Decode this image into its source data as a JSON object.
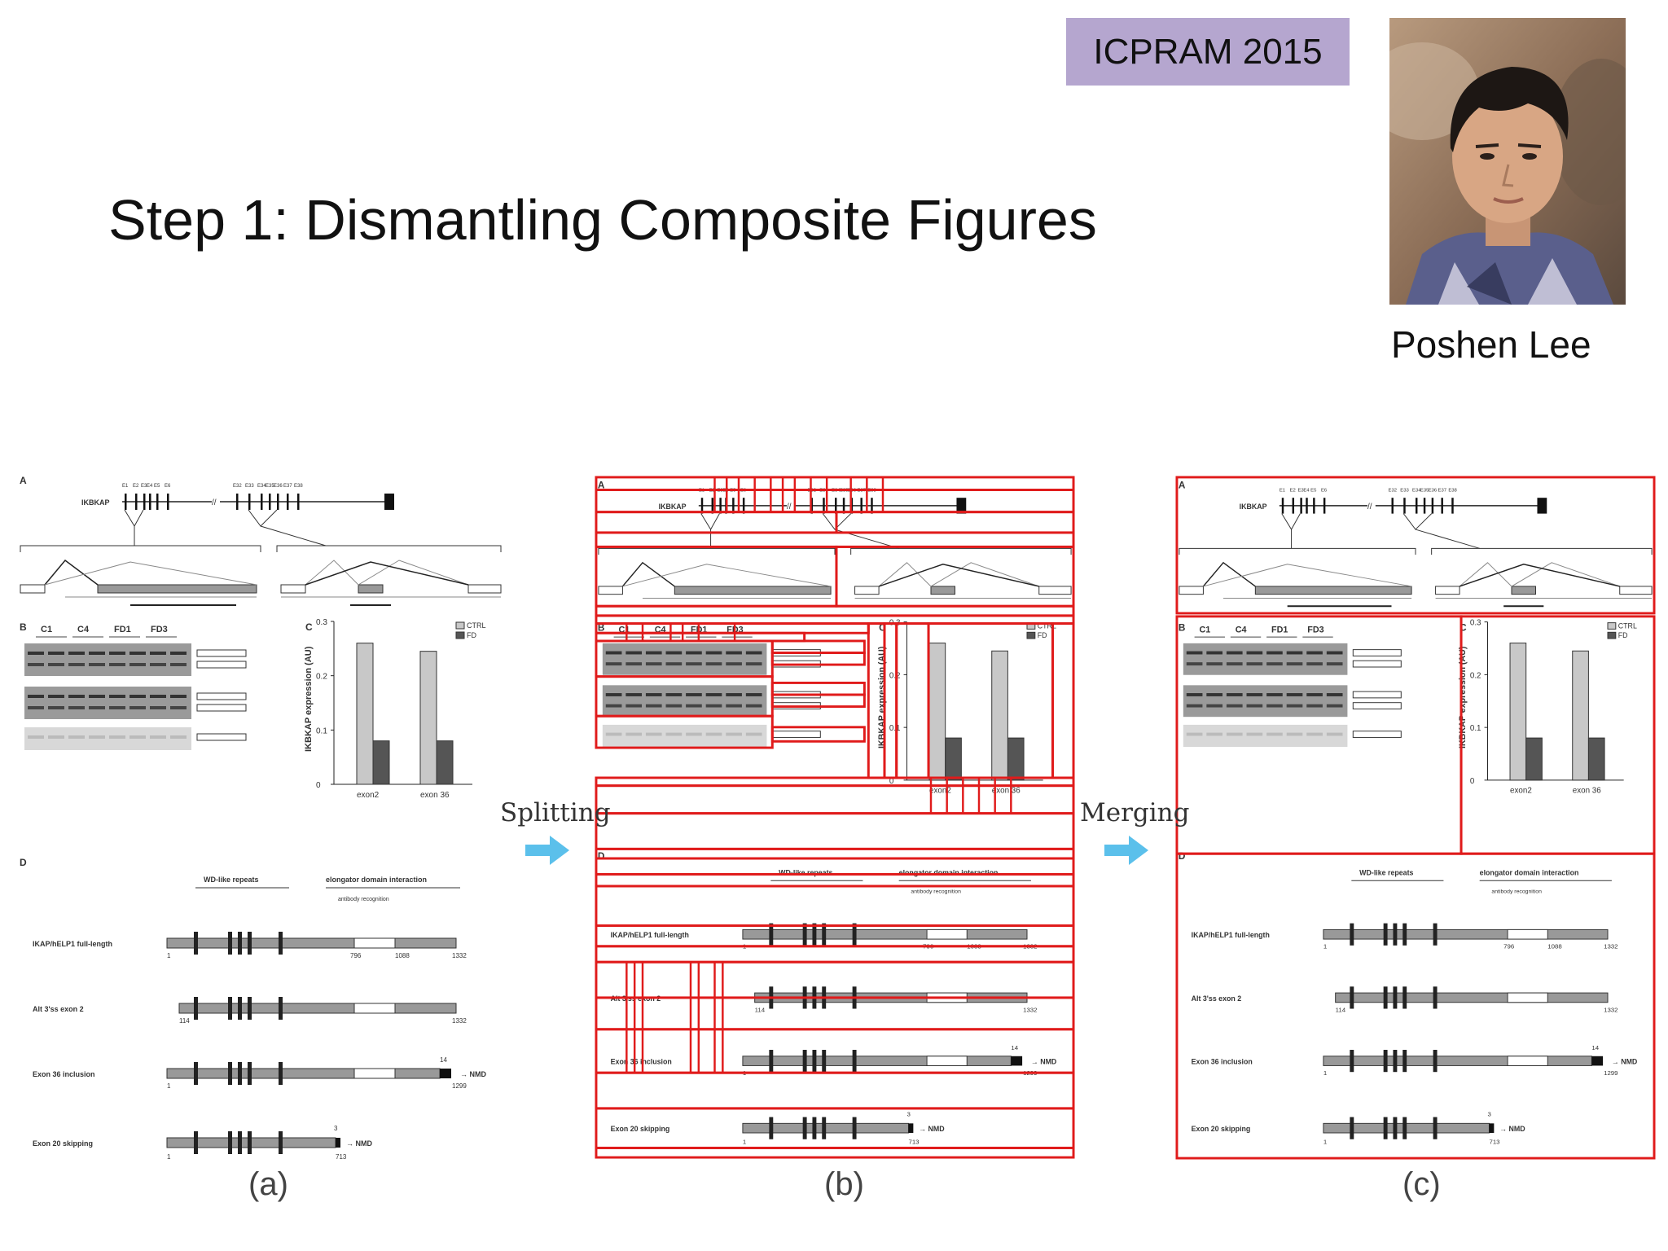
{
  "slide": {
    "badge": "ICPRAM 2015",
    "title": "Step 1: Dismantling Composite Figures",
    "author": "Poshen Lee",
    "photo_icon": "author-photo"
  },
  "flow": {
    "split_label": "Splitting",
    "merge_label": "Merging",
    "arrow_color": "#5bc0eb"
  },
  "panels": [
    {
      "caption": "(a)",
      "style": "original"
    },
    {
      "caption": "(b)",
      "style": "split"
    },
    {
      "caption": "(c)",
      "style": "merged"
    }
  ],
  "figure": {
    "panel_letters": [
      "A",
      "B",
      "C",
      "D"
    ],
    "gene": "IKBKAP",
    "exons_top_left": [
      "E1",
      "E2",
      "E3",
      "E4",
      "E5",
      "E6"
    ],
    "exons_top_right": [
      "E32",
      "E33",
      "E34",
      "E35",
      "E36",
      "E37",
      "E38"
    ],
    "lanes": [
      "C1",
      "C4",
      "FD1",
      "FD3"
    ],
    "ylabel": "IKBKAP expression (AU)",
    "yticks": [
      "0.3",
      "0.2",
      "0.1",
      "0"
    ],
    "legend": [
      "CTRL",
      "FD"
    ],
    "xcats": [
      "exon2",
      "exon 36"
    ],
    "wd_label": "WD-like repeats",
    "elongator_label": "elongator domain interaction",
    "antibody_label": "antibody recognition",
    "isoforms": [
      "IKAP/hELP1 full-length",
      "Alt 3'ss exon 2",
      "Exon 36 inclusion",
      "Exon 20 skipping"
    ],
    "nums": [
      "1",
      "796",
      "1088",
      "1332",
      "114",
      "1332",
      "14",
      "1",
      "1299",
      "3",
      "1",
      "713"
    ],
    "nmd": "NMD"
  }
}
